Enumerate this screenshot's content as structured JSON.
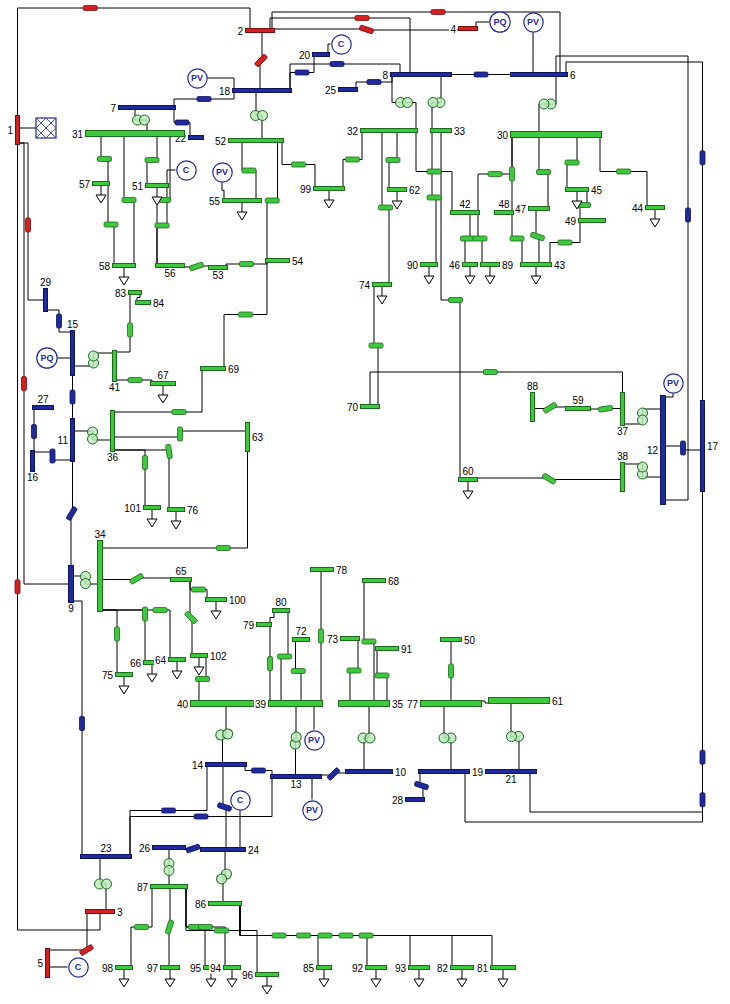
{
  "diagram": {
    "nodes": [
      {
        "text": [
          "2"
        ]
      },
      {
        "text": [
          "4"
        ]
      },
      {
        "text": [
          "1"
        ]
      },
      {
        "text": [
          "7"
        ]
      },
      {
        "text": [
          "18"
        ]
      },
      {
        "text": [
          "22"
        ]
      },
      {
        "text": [
          "20"
        ]
      },
      {
        "text": [
          "25"
        ]
      },
      {
        "text": [
          "8"
        ]
      },
      {
        "text": [
          "6"
        ]
      },
      {
        "text": [
          "31"
        ]
      },
      {
        "text": [
          "52"
        ]
      },
      {
        "text": [
          "32"
        ]
      },
      {
        "text": [
          "33"
        ]
      },
      {
        "text": [
          "30"
        ]
      },
      {
        "text": [
          "57"
        ]
      },
      {
        "text": [
          "51"
        ]
      },
      {
        "text": [
          "55"
        ]
      },
      {
        "text": [
          "99"
        ]
      },
      {
        "text": [
          "62"
        ]
      },
      {
        "text": [
          "45"
        ]
      },
      {
        "text": [
          "44"
        ]
      },
      {
        "text": [
          "42"
        ]
      },
      {
        "text": [
          "48"
        ]
      },
      {
        "text": [
          "47"
        ]
      },
      {
        "text": [
          "49"
        ]
      },
      {
        "text": [
          "90"
        ]
      },
      {
        "text": [
          "46"
        ]
      },
      {
        "text": [
          "89"
        ]
      },
      {
        "text": [
          "43"
        ]
      },
      {
        "text": [
          "58"
        ]
      },
      {
        "text": [
          "56"
        ]
      },
      {
        "text": [
          "53"
        ]
      },
      {
        "text": [
          "54"
        ]
      },
      {
        "text": [
          "74"
        ]
      },
      {
        "text": [
          "29"
        ]
      },
      {
        "text": [
          "83"
        ]
      },
      {
        "text": [
          "84"
        ]
      },
      {
        "text": [
          "15"
        ]
      },
      {
        "text": [
          "41"
        ]
      },
      {
        "text": [
          "67"
        ]
      },
      {
        "text": [
          "69"
        ]
      },
      {
        "text": [
          "70"
        ]
      },
      {
        "text": [
          "88"
        ]
      },
      {
        "text": [
          "59"
        ]
      },
      {
        "text": [
          "37"
        ]
      },
      {
        "text": [
          "27"
        ]
      },
      {
        "text": [
          "16"
        ]
      },
      {
        "text": [
          "11"
        ]
      },
      {
        "text": [
          "36"
        ]
      },
      {
        "text": [
          "63"
        ]
      },
      {
        "text": [
          "12"
        ]
      },
      {
        "text": [
          "17"
        ]
      },
      {
        "text": [
          "60"
        ]
      },
      {
        "text": [
          "38"
        ]
      },
      {
        "text": [
          "101"
        ]
      },
      {
        "text": [
          "76"
        ]
      },
      {
        "text": [
          "9"
        ]
      },
      {
        "text": [
          "34"
        ]
      },
      {
        "text": [
          "65"
        ]
      },
      {
        "text": [
          "100"
        ]
      },
      {
        "text": [
          "78"
        ]
      },
      {
        "text": [
          "68"
        ]
      },
      {
        "text": [
          "80"
        ]
      },
      {
        "text": [
          "79"
        ]
      },
      {
        "text": [
          "72"
        ]
      },
      {
        "text": [
          "73"
        ]
      },
      {
        "text": [
          "91"
        ]
      },
      {
        "text": [
          "50"
        ]
      },
      {
        "text": [
          "66"
        ]
      },
      {
        "text": [
          "64"
        ]
      },
      {
        "text": [
          "102"
        ]
      },
      {
        "text": [
          "75"
        ]
      },
      {
        "text": [
          "40"
        ]
      },
      {
        "text": [
          "39"
        ]
      },
      {
        "text": [
          "35"
        ]
      },
      {
        "text": [
          "77"
        ]
      },
      {
        "text": [
          "61"
        ]
      },
      {
        "text": [
          "14"
        ]
      },
      {
        "text": [
          "13"
        ]
      },
      {
        "text": [
          "10"
        ]
      },
      {
        "text": [
          "19"
        ]
      },
      {
        "text": [
          "21"
        ]
      },
      {
        "text": [
          "28"
        ]
      },
      {
        "text": [
          "26"
        ]
      },
      {
        "text": [
          "24"
        ]
      },
      {
        "text": [
          "23"
        ]
      },
      {
        "text": [
          "87"
        ]
      },
      {
        "text": [
          "86"
        ]
      },
      {
        "text": [
          "3"
        ]
      },
      {
        "text": [
          "5"
        ]
      },
      {
        "text": [
          "98"
        ]
      },
      {
        "text": [
          "97"
        ]
      },
      {
        "text": [
          "95"
        ]
      },
      {
        "text": [
          "94"
        ]
      },
      {
        "text": [
          "96"
        ]
      },
      {
        "text": [
          "85"
        ]
      },
      {
        "text": [
          "92"
        ]
      },
      {
        "text": [
          "93"
        ]
      },
      {
        "text": [
          "82"
        ]
      },
      {
        "text": [
          "81"
        ]
      },
      {
        "text": [
          "PQ"
        ]
      },
      {
        "text": [
          "PV"
        ]
      },
      {
        "text": [
          "PV"
        ]
      },
      {
        "text": [
          "C"
        ]
      },
      {
        "text": [
          "C"
        ]
      },
      {
        "text": [
          "PV"
        ]
      },
      {
        "text": [
          "PQ"
        ]
      },
      {
        "text": [
          "PV"
        ]
      },
      {
        "text": [
          "PV"
        ]
      },
      {
        "text": [
          "C"
        ]
      },
      {
        "text": [
          "PV"
        ]
      },
      {
        "text": [
          "C"
        ]
      }
    ],
    "edges": [
      {
        "from": 0,
        "to": 2,
        "arrow": "none"
      },
      {
        "from": 0,
        "to": 1,
        "arrow": "none"
      },
      {
        "from": 0,
        "to": 4,
        "arrow": "none"
      },
      {
        "from": 0,
        "to": 8,
        "arrow": "none"
      },
      {
        "from": 0,
        "to": 9,
        "arrow": "none"
      },
      {
        "from": 1,
        "to": 101,
        "arrow": "none"
      },
      {
        "from": 9,
        "to": 102,
        "arrow": "none"
      },
      {
        "from": 4,
        "to": 103,
        "arrow": "none"
      },
      {
        "from": 6,
        "to": 104,
        "arrow": "none"
      },
      {
        "from": 16,
        "to": 105,
        "arrow": "none"
      },
      {
        "from": 17,
        "to": 106,
        "arrow": "none"
      },
      {
        "from": 38,
        "to": 107,
        "arrow": "none"
      },
      {
        "from": 51,
        "to": 108,
        "arrow": "none"
      },
      {
        "from": 74,
        "to": 109,
        "arrow": "none"
      },
      {
        "from": 85,
        "to": 110,
        "arrow": "none"
      },
      {
        "from": 79,
        "to": 111,
        "arrow": "none"
      },
      {
        "from": 90,
        "to": 112,
        "arrow": "none"
      },
      {
        "from": 3,
        "to": 4,
        "arrow": "none"
      },
      {
        "from": 3,
        "to": 5,
        "arrow": "none"
      },
      {
        "from": 4,
        "to": 6,
        "arrow": "none"
      },
      {
        "from": 4,
        "to": 8,
        "arrow": "none"
      },
      {
        "from": 8,
        "to": 7,
        "arrow": "none"
      },
      {
        "from": 8,
        "to": 9,
        "arrow": "none"
      },
      {
        "from": 3,
        "to": 10,
        "arrow": "none"
      },
      {
        "from": 4,
        "to": 11,
        "arrow": "none"
      },
      {
        "from": 8,
        "to": 12,
        "arrow": "none"
      },
      {
        "from": 8,
        "to": 13,
        "arrow": "none"
      },
      {
        "from": 9,
        "to": 14,
        "arrow": "none"
      },
      {
        "from": 9,
        "to": 52,
        "arrow": "none"
      },
      {
        "from": 9,
        "to": 51,
        "arrow": "none"
      },
      {
        "from": 51,
        "to": 52,
        "arrow": "none"
      },
      {
        "from": 51,
        "to": 45,
        "arrow": "none"
      },
      {
        "from": 51,
        "to": 54,
        "arrow": "none"
      },
      {
        "from": 2,
        "to": 35,
        "arrow": "none"
      },
      {
        "from": 2,
        "to": 57,
        "arrow": "none"
      },
      {
        "from": 2,
        "to": 89,
        "arrow": "none"
      },
      {
        "from": 35,
        "to": 38,
        "arrow": "none"
      },
      {
        "from": 38,
        "to": 48,
        "arrow": "none"
      },
      {
        "from": 46,
        "to": 47,
        "arrow": "none"
      },
      {
        "from": 47,
        "to": 48,
        "arrow": "none"
      },
      {
        "from": 38,
        "to": 39,
        "arrow": "none"
      },
      {
        "from": 48,
        "to": 49,
        "arrow": "none"
      },
      {
        "from": 48,
        "to": 57,
        "arrow": "none"
      },
      {
        "from": 57,
        "to": 58,
        "arrow": "none"
      },
      {
        "from": 57,
        "to": 86,
        "arrow": "none"
      },
      {
        "from": 89,
        "to": 90,
        "arrow": "none"
      },
      {
        "from": 86,
        "to": 89,
        "arrow": "none"
      },
      {
        "from": 86,
        "to": 78,
        "arrow": "none"
      },
      {
        "from": 86,
        "to": 79,
        "arrow": "none"
      },
      {
        "from": 78,
        "to": 79,
        "arrow": "none"
      },
      {
        "from": 78,
        "to": 85,
        "arrow": "none"
      },
      {
        "from": 85,
        "to": 84,
        "arrow": "none"
      },
      {
        "from": 78,
        "to": 73,
        "arrow": "none"
      },
      {
        "from": 79,
        "to": 74,
        "arrow": "none"
      },
      {
        "from": 80,
        "to": 75,
        "arrow": "none"
      },
      {
        "from": 81,
        "to": 76,
        "arrow": "none"
      },
      {
        "from": 82,
        "to": 77,
        "arrow": "none"
      },
      {
        "from": 81,
        "to": 83,
        "arrow": "none"
      },
      {
        "from": 79,
        "to": 80,
        "arrow": "none"
      },
      {
        "from": 52,
        "to": 81,
        "arrow": "none"
      },
      {
        "from": 52,
        "to": 82,
        "arrow": "none"
      },
      {
        "from": 85,
        "to": 88,
        "arrow": "none"
      },
      {
        "from": 84,
        "to": 87,
        "arrow": "none"
      },
      {
        "from": 10,
        "to": 15,
        "arrow": "none"
      },
      {
        "from": 10,
        "to": 16,
        "arrow": "none"
      },
      {
        "from": 10,
        "to": 30,
        "arrow": "none"
      },
      {
        "from": 10,
        "to": 31,
        "arrow": "none"
      },
      {
        "from": 11,
        "to": 17,
        "arrow": "none"
      },
      {
        "from": 11,
        "to": 33,
        "arrow": "none"
      },
      {
        "from": 11,
        "to": 18,
        "arrow": "none"
      },
      {
        "from": 12,
        "to": 18,
        "arrow": "none"
      },
      {
        "from": 12,
        "to": 19,
        "arrow": "none"
      },
      {
        "from": 12,
        "to": 22,
        "arrow": "none"
      },
      {
        "from": 12,
        "to": 34,
        "arrow": "none"
      },
      {
        "from": 13,
        "to": 26,
        "arrow": "none"
      },
      {
        "from": 13,
        "to": 53,
        "arrow": "none"
      },
      {
        "from": 14,
        "to": 20,
        "arrow": "none"
      },
      {
        "from": 14,
        "to": 22,
        "arrow": "none"
      },
      {
        "from": 14,
        "to": 23,
        "arrow": "none"
      },
      {
        "from": 14,
        "to": 24,
        "arrow": "none"
      },
      {
        "from": 14,
        "to": 21,
        "arrow": "none"
      },
      {
        "from": 20,
        "to": 25,
        "arrow": "none"
      },
      {
        "from": 22,
        "to": 27,
        "arrow": "none"
      },
      {
        "from": 22,
        "to": 28,
        "arrow": "none"
      },
      {
        "from": 23,
        "to": 29,
        "arrow": "none"
      },
      {
        "from": 24,
        "to": 29,
        "arrow": "none"
      },
      {
        "from": 25,
        "to": 29,
        "arrow": "none"
      },
      {
        "from": 15,
        "to": 30,
        "arrow": "none"
      },
      {
        "from": 16,
        "to": 31,
        "arrow": "none"
      },
      {
        "from": 31,
        "to": 32,
        "arrow": "none"
      },
      {
        "from": 32,
        "to": 33,
        "arrow": "none"
      },
      {
        "from": 36,
        "to": 37,
        "arrow": "none"
      },
      {
        "from": 39,
        "to": 36,
        "arrow": "none"
      },
      {
        "from": 39,
        "to": 40,
        "arrow": "none"
      },
      {
        "from": 49,
        "to": 50,
        "arrow": "none"
      },
      {
        "from": 49,
        "to": 55,
        "arrow": "none"
      },
      {
        "from": 49,
        "to": 56,
        "arrow": "none"
      },
      {
        "from": 49,
        "to": 41,
        "arrow": "none"
      },
      {
        "from": 41,
        "to": 33,
        "arrow": "none"
      },
      {
        "from": 50,
        "to": 58,
        "arrow": "none"
      },
      {
        "from": 58,
        "to": 59,
        "arrow": "none"
      },
      {
        "from": 58,
        "to": 72,
        "arrow": "none"
      },
      {
        "from": 58,
        "to": 69,
        "arrow": "none"
      },
      {
        "from": 58,
        "to": 70,
        "arrow": "none"
      },
      {
        "from": 59,
        "to": 60,
        "arrow": "none"
      },
      {
        "from": 59,
        "to": 71,
        "arrow": "none"
      },
      {
        "from": 73,
        "to": 71,
        "arrow": "none"
      },
      {
        "from": 74,
        "to": 64,
        "arrow": "none"
      },
      {
        "from": 74,
        "to": 63,
        "arrow": "none"
      },
      {
        "from": 74,
        "to": 65,
        "arrow": "none"
      },
      {
        "from": 74,
        "to": 61,
        "arrow": "none"
      },
      {
        "from": 75,
        "to": 66,
        "arrow": "none"
      },
      {
        "from": 75,
        "to": 62,
        "arrow": "none"
      },
      {
        "from": 75,
        "to": 67,
        "arrow": "none"
      },
      {
        "from": 76,
        "to": 68,
        "arrow": "none"
      },
      {
        "from": 76,
        "to": 77,
        "arrow": "none"
      },
      {
        "from": 42,
        "to": 34,
        "arrow": "none"
      },
      {
        "from": 42,
        "to": 45,
        "arrow": "none"
      },
      {
        "from": 44,
        "to": 43,
        "arrow": "none"
      },
      {
        "from": 44,
        "to": 45,
        "arrow": "none"
      },
      {
        "from": 53,
        "to": 54,
        "arrow": "none"
      },
      {
        "from": 88,
        "to": 96,
        "arrow": "none"
      },
      {
        "from": 88,
        "to": 97,
        "arrow": "none"
      },
      {
        "from": 88,
        "to": 98,
        "arrow": "none"
      },
      {
        "from": 88,
        "to": 99,
        "arrow": "none"
      },
      {
        "from": 88,
        "to": 100,
        "arrow": "none"
      },
      {
        "from": 87,
        "to": 91,
        "arrow": "none"
      },
      {
        "from": 87,
        "to": 92,
        "arrow": "none"
      },
      {
        "from": 87,
        "to": 93,
        "arrow": "none"
      },
      {
        "from": 87,
        "to": 94,
        "arrow": "none"
      },
      {
        "from": 87,
        "to": 95,
        "arrow": "none"
      },
      {
        "from": 63,
        "to": 64,
        "arrow": "none"
      }
    ]
  }
}
